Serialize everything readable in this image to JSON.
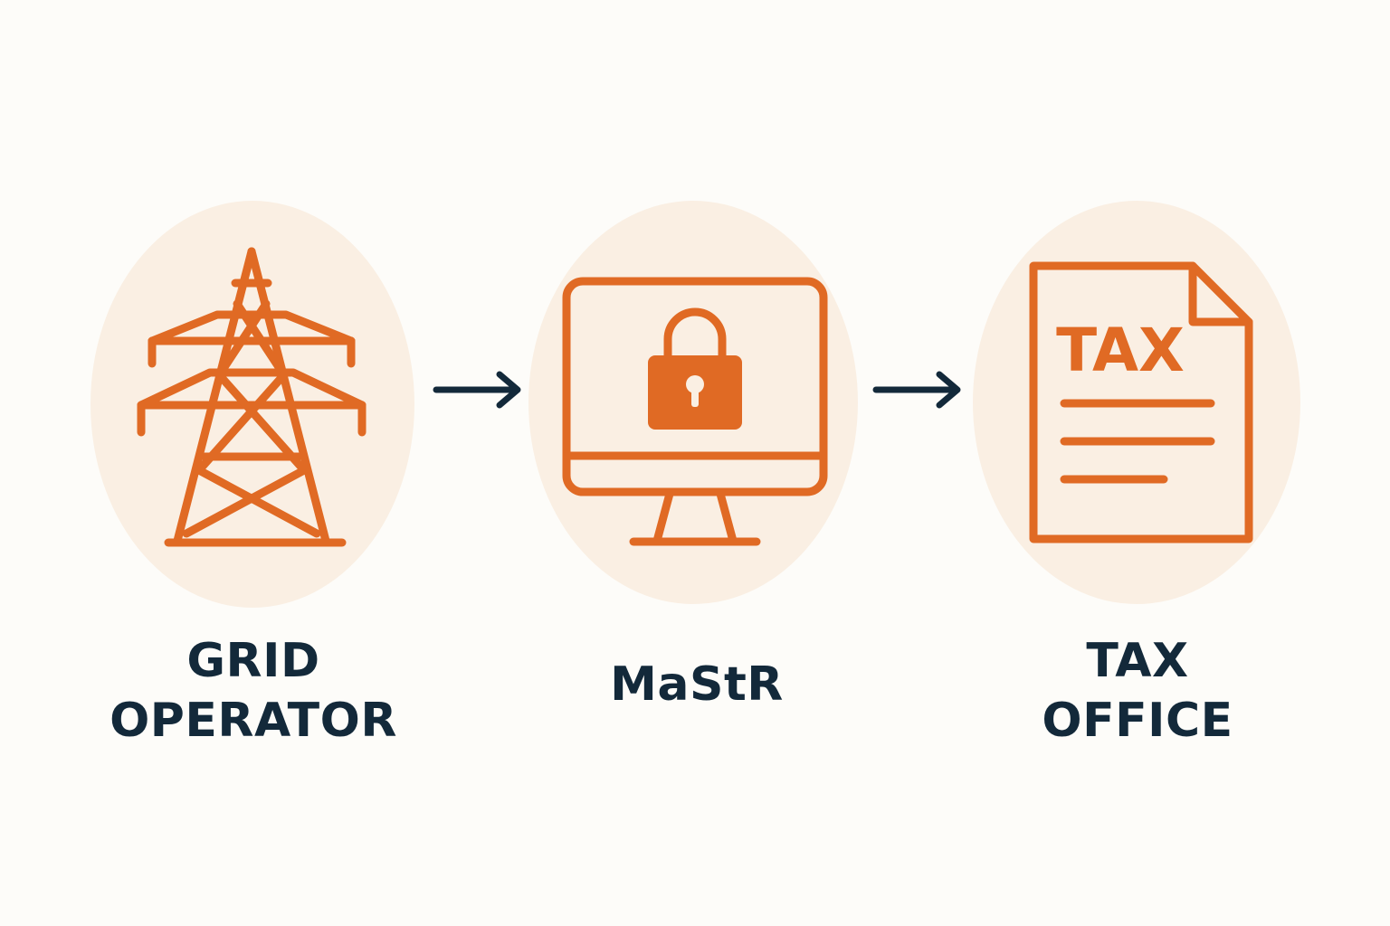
{
  "colors": {
    "accent": "#e06a24",
    "circle_bg": "#faefe3",
    "text": "#13293a",
    "arrow": "#13293a"
  },
  "nodes": [
    {
      "id": "grid-operator",
      "label": "GRID\nOPERATOR",
      "icon": "power-tower-icon"
    },
    {
      "id": "mastr",
      "label": "MaStR",
      "icon": "computer-lock-icon"
    },
    {
      "id": "tax-office",
      "label": "TAX\nOFFICE",
      "icon": "tax-document-icon"
    }
  ],
  "tax_doc_heading": "TAX",
  "arrows": [
    {
      "from": "grid-operator",
      "to": "mastr"
    },
    {
      "from": "mastr",
      "to": "tax-office"
    }
  ]
}
